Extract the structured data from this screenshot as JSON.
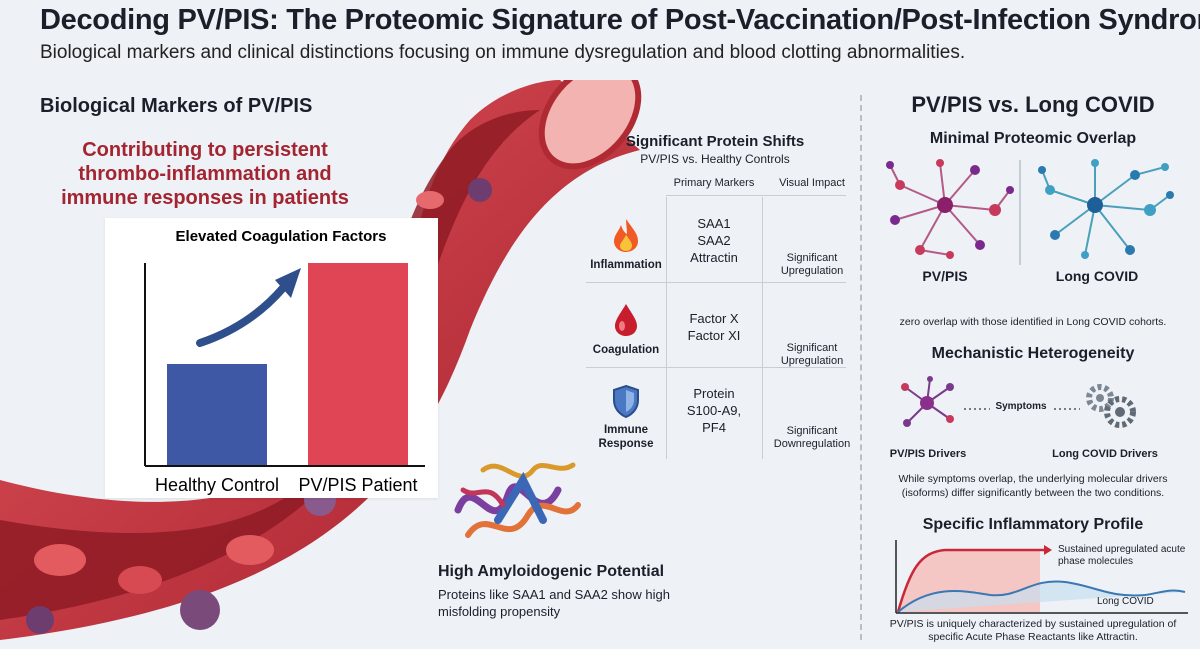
{
  "header": {
    "title": "Decoding PV/PIS: The Proteomic Signature of Post-Vaccination/Post-Infection Syndrome",
    "subtitle": "Biological markers and clinical distinctions focusing on immune dysregulation and blood clotting abnormalities."
  },
  "biomarkers": {
    "heading": "Biological Markers of PV/PIS",
    "tagline": "Contributing to persistent thrombo-inflammation and immune responses in patients"
  },
  "chart_data": {
    "type": "bar",
    "title": "Elevated Coagulation Factors",
    "categories": [
      "Healthy Control",
      "PV/PIS Patient"
    ],
    "values": [
      1,
      2
    ],
    "colors": [
      "#3f58a6",
      "#e04556"
    ],
    "xlabel": "",
    "ylabel": ""
  },
  "protein_table": {
    "title": "Significant Protein Shifts",
    "subtitle": "PV/PIS vs. Healthy Controls",
    "columns": [
      "Primary Markers",
      "Visual Impact"
    ],
    "rows": [
      {
        "category": "Inflammation",
        "icon": "flame-icon",
        "markers": [
          "SAA1",
          "SAA2",
          "Attractin"
        ],
        "impact": [
          "Significant",
          "Upregulation"
        ]
      },
      {
        "category": "Coagulation",
        "icon": "blood-drop-icon",
        "markers": [
          "Factor X",
          "Factor XI"
        ],
        "impact": [
          "Significant",
          "Upregulation"
        ]
      },
      {
        "category": "Immune Response",
        "icon": "shield-icon",
        "markers": [
          "Protein",
          "S100-A9,",
          "PF4"
        ],
        "impact": [
          "Significant",
          "Downregulation"
        ]
      }
    ]
  },
  "amyloid": {
    "heading": "High Amyloidogenic Potential",
    "body": "Proteins like SAA1 and SAA2 show high misfolding propensity"
  },
  "comparison": {
    "heading": "PV/PIS vs. Long COVID",
    "overlap": {
      "heading": "Minimal Proteomic Overlap",
      "left_label": "PV/PIS",
      "right_label": "Long COVID",
      "note": "zero overlap with those identified in Long COVID cohorts."
    },
    "heterogeneity": {
      "heading": "Mechanistic Heterogeneity",
      "symptoms_label": "Symptoms",
      "left_label": "PV/PIS Drivers",
      "right_label": "Long COVID Drivers",
      "note": "While symptoms overlap, the underlying molecular drivers (isoforms) differ significantly between the two conditions."
    },
    "profile": {
      "heading": "Specific Inflammatory Profile",
      "pvpis_label": "Sustained upregulated acute phase molecules",
      "longcovid_label": "Long COVID",
      "note": "PV/PIS is uniquely characterized by sustained upregulation of specific Acute Phase Reactants like Attractin."
    }
  },
  "colors": {
    "accent_red": "#a32531",
    "bar_blue": "#3f58a6",
    "bar_red": "#e04556",
    "vessel_red": "#c9303b"
  }
}
